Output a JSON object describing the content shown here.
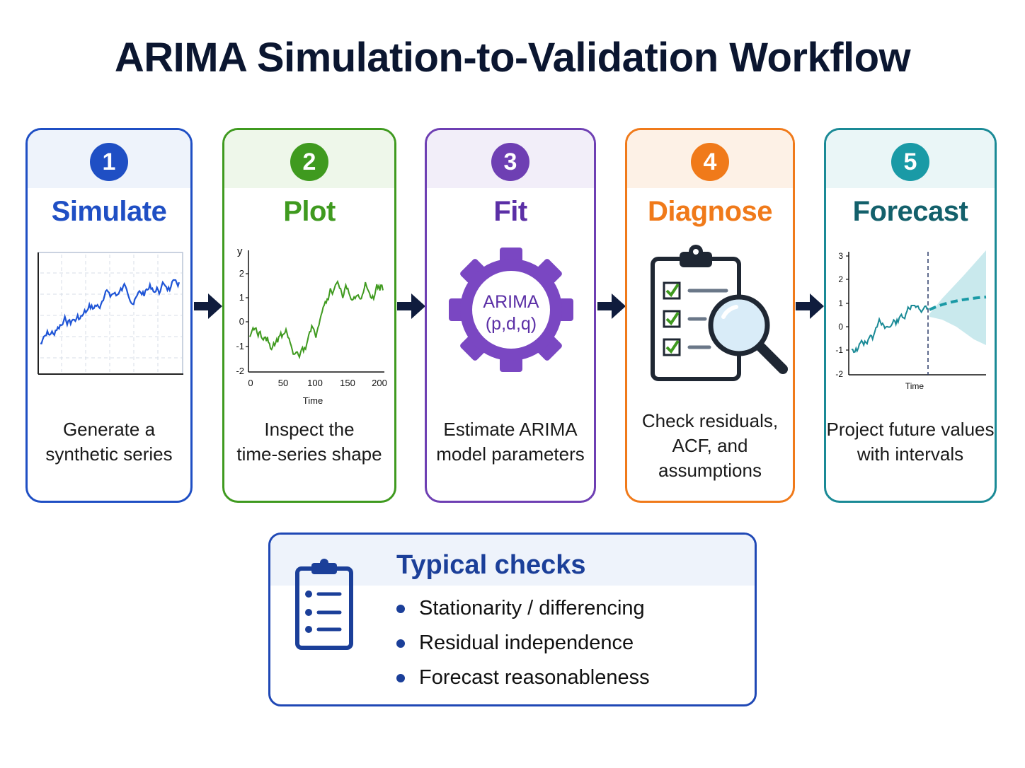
{
  "title": "ARIMA Simulation-to-Validation Workflow",
  "colors": {
    "simulate": "#1f4fc4",
    "plot": "#3f9a1f",
    "fit": "#6e3fb3",
    "diagnose": "#f07a1a",
    "forecast": "#1a8a96",
    "arrow": "#0f1c3d"
  },
  "steps": [
    {
      "number": "1",
      "name": "Simulate",
      "description": "Generate a\nsynthetic series"
    },
    {
      "number": "2",
      "name": "Plot",
      "description": "Inspect the\ntime-series shape"
    },
    {
      "number": "3",
      "name": "Fit",
      "description": "Estimate ARIMA\nmodel parameters"
    },
    {
      "number": "4",
      "name": "Diagnose",
      "description": "Check residuals,\nACF, and\nassumptions"
    },
    {
      "number": "5",
      "name": "Forecast",
      "description": "Project future values\nwith intervals"
    }
  ],
  "plot_chart": {
    "y_axis_label": "y",
    "x_axis_label": "Time",
    "x_ticks": [
      "0",
      "50",
      "100",
      "150",
      "200"
    ],
    "y_ticks": [
      "2",
      "1",
      "0",
      "-1",
      "-2"
    ]
  },
  "fit_gear": {
    "line1": "ARIMA",
    "line2": "(p,d,q)"
  },
  "forecast_chart": {
    "x_axis_label": "Time",
    "y_ticks": [
      "3",
      "2",
      "1",
      "0",
      "-1",
      "-2"
    ]
  },
  "typical_checks": {
    "title": "Typical checks",
    "items": [
      "Stationarity / differencing",
      "Residual independence",
      "Forecast reasonableness"
    ]
  }
}
